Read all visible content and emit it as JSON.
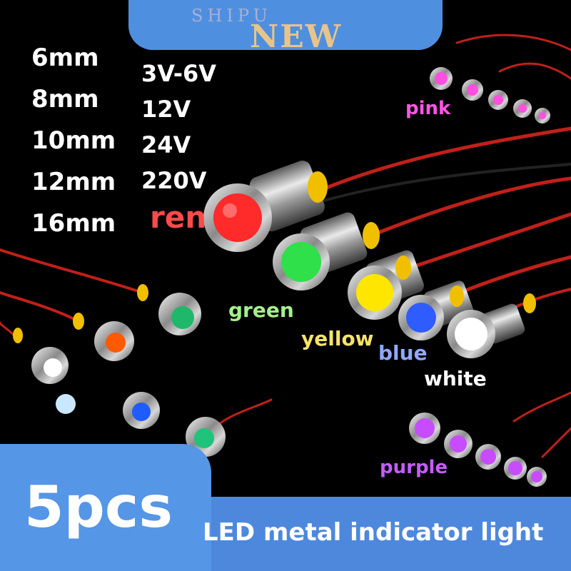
{
  "banner": {
    "brand": "SHIPU",
    "new_label": "NEW"
  },
  "specs": {
    "sizes": [
      "6mm",
      "8mm",
      "10mm",
      "12mm",
      "16mm"
    ],
    "voltages": [
      "3V-6V",
      "12V",
      "24V",
      "220V"
    ]
  },
  "colors": [
    {
      "name": "ren",
      "color": "#ff4a4a"
    },
    {
      "name": "green",
      "color": "#a6f08a"
    },
    {
      "name": "yellow",
      "color": "#f7e36a"
    },
    {
      "name": "blue",
      "color": "#8fa8ff"
    },
    {
      "name": "white",
      "color": "#ffffff"
    },
    {
      "name": "pink",
      "color": "#ff55e6"
    },
    {
      "name": "purple",
      "color": "#c55cff"
    }
  ],
  "footer": {
    "quantity": "5pcs",
    "title": "LED metal indicator light"
  }
}
